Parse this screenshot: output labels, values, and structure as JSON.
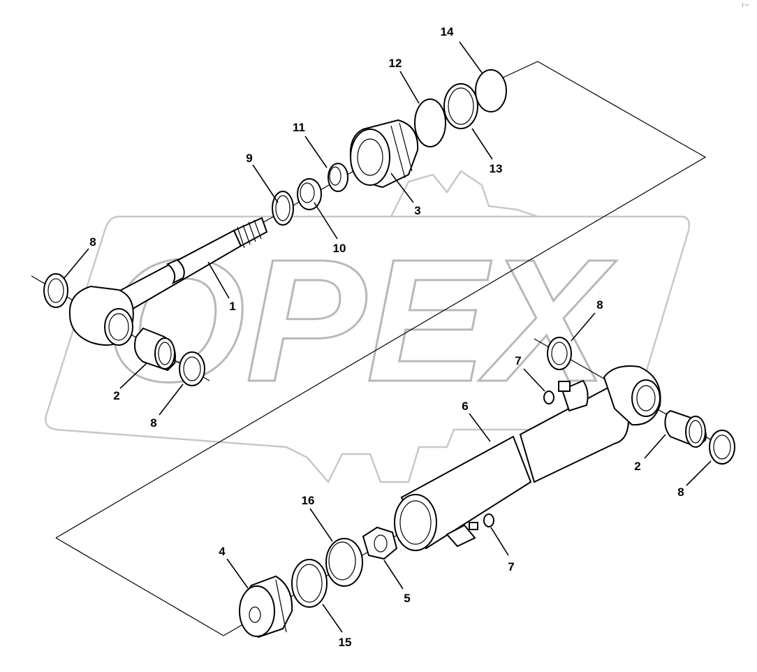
{
  "watermark": {
    "text": "OPEX",
    "color": "#b9b9b9"
  },
  "corner_mark": "r~",
  "callouts": [
    {
      "id": "c1",
      "label": "1"
    },
    {
      "id": "c2a",
      "label": "2"
    },
    {
      "id": "c2b",
      "label": "2"
    },
    {
      "id": "c3",
      "label": "3"
    },
    {
      "id": "c4",
      "label": "4"
    },
    {
      "id": "c5",
      "label": "5"
    },
    {
      "id": "c6",
      "label": "6"
    },
    {
      "id": "c7a",
      "label": "7"
    },
    {
      "id": "c7b",
      "label": "7"
    },
    {
      "id": "c8a",
      "label": "8"
    },
    {
      "id": "c8b",
      "label": "8"
    },
    {
      "id": "c8c",
      "label": "8"
    },
    {
      "id": "c8d",
      "label": "8"
    },
    {
      "id": "c9",
      "label": "9"
    },
    {
      "id": "c10",
      "label": "10"
    },
    {
      "id": "c11",
      "label": "11"
    },
    {
      "id": "c12",
      "label": "12"
    },
    {
      "id": "c13",
      "label": "13"
    },
    {
      "id": "c14",
      "label": "14"
    },
    {
      "id": "c15",
      "label": "15"
    },
    {
      "id": "c16",
      "label": "16"
    }
  ],
  "icons": {
    "piston_rod": "piston-rod-icon",
    "cylinder_barrel": "cylinder-barrel-icon",
    "gland": "gland-icon",
    "piston": "piston-icon"
  }
}
